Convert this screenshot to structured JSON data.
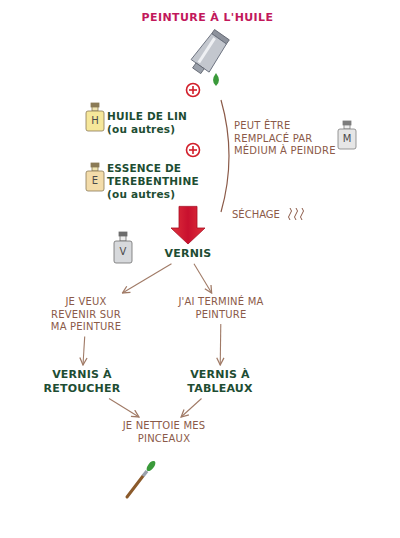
{
  "diagram": {
    "title": "PEINTURE À L'HUILE",
    "nodes": [
      {
        "text": [
          "HUILE DE LIN (ou autres)"
        ]
      },
      {
        "text": [
          "ESSENCE DE TEREBENTHINE (ou autres)"
        ]
      },
      {
        "text": [
          "PEUT ÊTRE REMPLACÉ PAR MÉDIUM À PEINDRE"
        ]
      },
      {
        "text": [
          "VERNIS"
        ]
      },
      {
        "text": [
          "JE VEUX REVENIR SUR MA PEINTURE"
        ]
      },
      {
        "text": [
          "J'AI TERMINÉ MA PEINTURE"
        ]
      },
      {
        "text": [
          "VERNIS À RETOUCHER"
        ]
      },
      {
        "text": [
          "VERNIS À TABLEAUX"
        ]
      },
      {
        "text": [
          "JE NETTOIE MES PINCEAUX"
        ]
      }
    ],
    "edges": [
      {
        "from": 1,
        "to": 3,
        "arrow": "to",
        "label": "SÉCHAGE"
      },
      {
        "from": 3,
        "to": 4,
        "arrow": "to"
      },
      {
        "from": 3,
        "to": 5,
        "arrow": "to"
      },
      {
        "from": 4,
        "to": 6,
        "arrow": "to"
      },
      {
        "from": 5,
        "to": 7,
        "arrow": "to"
      },
      {
        "from": 6,
        "to": 8,
        "arrow": "to"
      },
      {
        "from": 7,
        "to": 8,
        "arrow": "to"
      }
    ],
    "labels": [
      "H",
      "E",
      "M",
      "V"
    ]
  }
}
